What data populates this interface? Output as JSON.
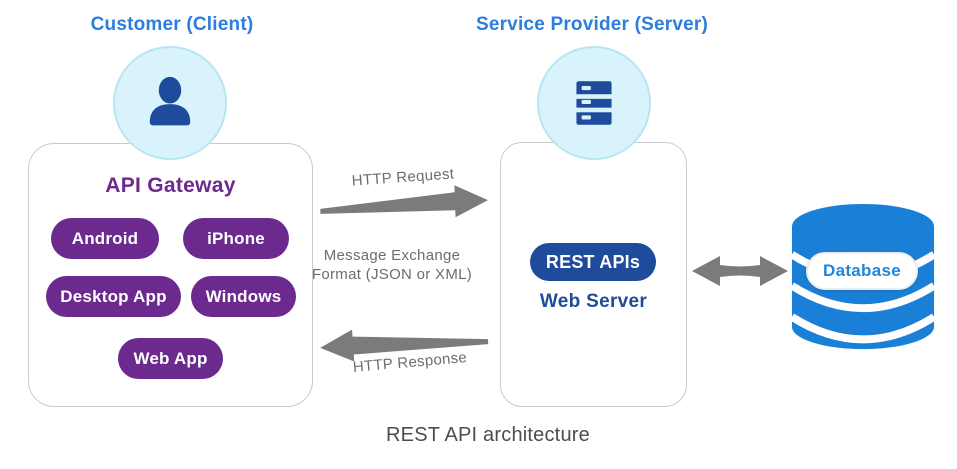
{
  "title": "REST API architecture",
  "client": {
    "label": "Customer (Client)",
    "panel_title": "API Gateway",
    "pills": [
      "Android",
      "iPhone",
      "Desktop App",
      "Windows",
      "Web App"
    ]
  },
  "server": {
    "label": "Service Provider (Server)",
    "api_pill": "REST APIs",
    "panel_title": "Web Server"
  },
  "flows": {
    "request_label": "HTTP Request",
    "format_line1": "Message Exchange",
    "format_line2": "Format (JSON or XML)",
    "response_label": "HTTP Response"
  },
  "database": {
    "label": "Database"
  },
  "icons": {
    "client": "person-icon",
    "server": "server-rack-icon",
    "database": "database-cylinder-icon",
    "request": "right-arrow-icon",
    "response": "left-arrow-icon",
    "db_link": "double-headed-arrow-icon"
  },
  "colors": {
    "label_blue": "#2b7de0",
    "purple": "#6c2a8f",
    "navy": "#1e4b9c",
    "database_blue": "#1a7fd6",
    "database_text_blue": "#1f86dc",
    "arrow_gray": "#7b7b7b",
    "flow_text_gray": "#6d6d6d",
    "circle_bg": "#d8f3fb",
    "caption_gray": "#4d4d4d"
  }
}
